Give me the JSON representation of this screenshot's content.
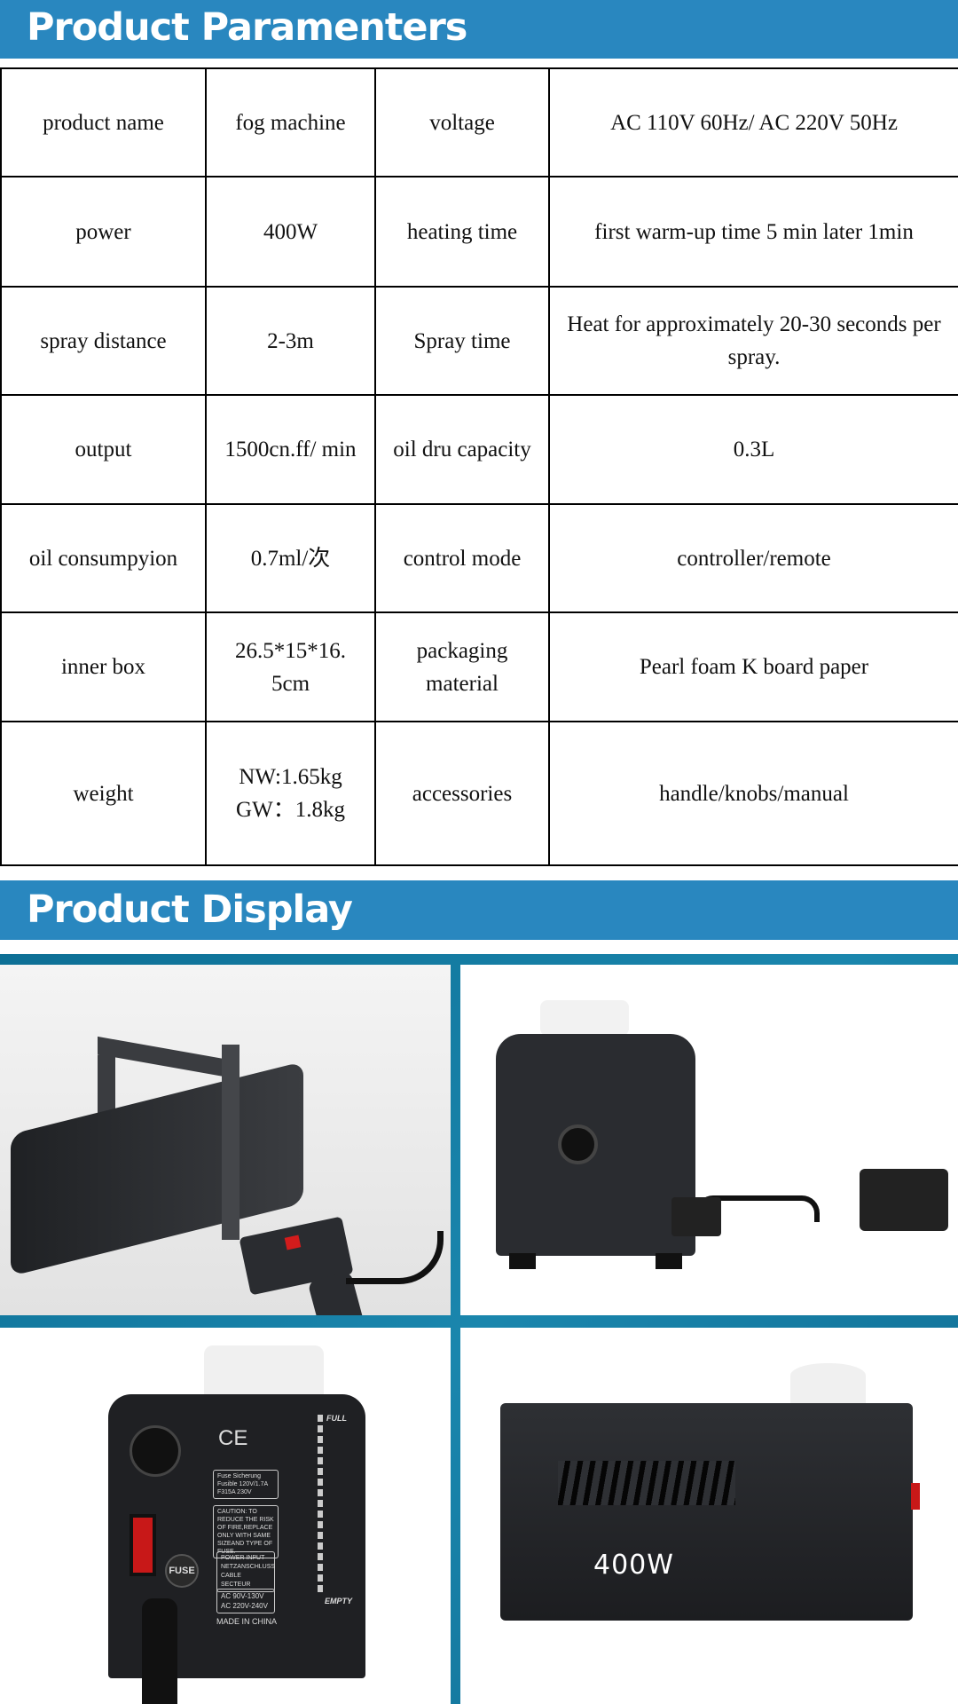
{
  "sections": {
    "parameters_title": "Product Paramenters",
    "display_title": "Product Display"
  },
  "specs": [
    [
      "product name",
      "fog machine",
      "voltage",
      "AC 110V 60Hz/ AC 220V 50Hz"
    ],
    [
      "power",
      "400W",
      "heating time",
      "first warm-up time 5 min later 1min"
    ],
    [
      "spray distance",
      "2-3m",
      "Spray time",
      "Heat for approximately 20-30 seconds per spray."
    ],
    [
      "output",
      "1500cn.ff/ min",
      "oil dru capacity",
      "0.3L"
    ],
    [
      "oil consumpyion",
      "0.7ml/次",
      "control mode",
      "controller/remote"
    ],
    [
      "inner box",
      "26.5*15*16. 5cm",
      "packaging material",
      "Pearl foam K board paper"
    ],
    [
      "weight",
      "NW:1.65kg GW：1.8kg",
      "accessories",
      "handle/knobs/manual"
    ]
  ],
  "photos": {
    "power_overlay": "400W",
    "back_panel": {
      "ce": "CE",
      "fuse_label": "Fuse Sicherung Fusible 120V/1.7A F315A 230V",
      "caution": "CAUTION: TO REDUCE THE RISK OF FIRE,REPLACE ONLY WITH SAME SIZEAND TYPE OF FUSE.",
      "fuse_button": "FUSE",
      "power_input": "POWER INPUT NETZANSCHLUSS CABLE SECTEUR",
      "voltage_1": "AC 90V-130V",
      "voltage_2": "AC 220V-240V",
      "made_in": "MADE IN CHINA",
      "gauge_full": "FULL",
      "gauge_empty": "EMPTY"
    }
  },
  "colors": {
    "band": "#2987bf",
    "photo_frame": "#1a86ad"
  }
}
